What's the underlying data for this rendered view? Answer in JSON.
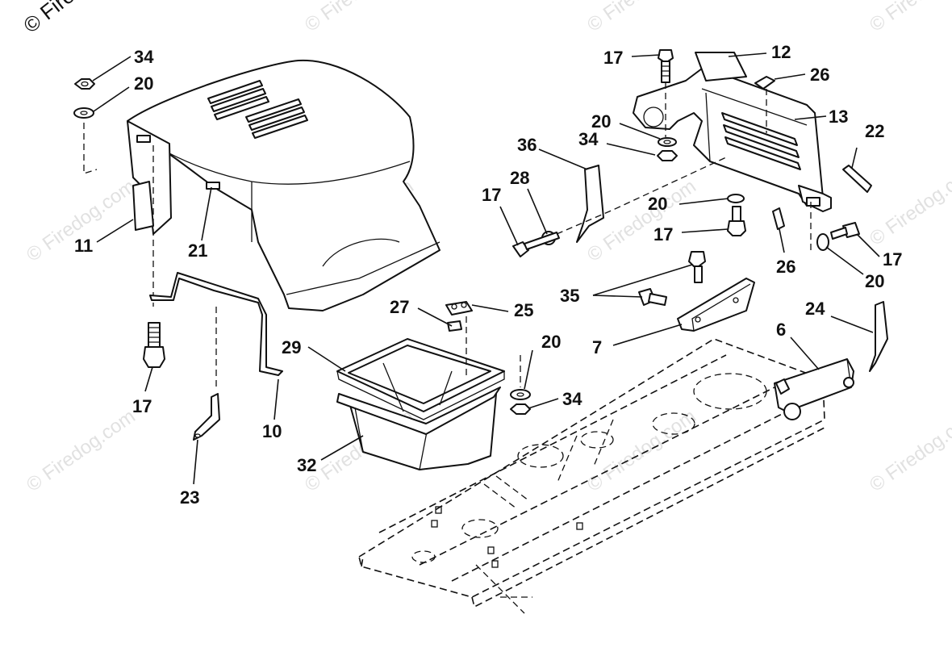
{
  "copyright_notice": "© Fire",
  "watermark_text": "© Firedog.com",
  "callouts": {
    "c34a": "34",
    "c20a": "20",
    "c11": "11",
    "c21": "21",
    "c17a": "17",
    "c10": "10",
    "c23": "23",
    "c27": "27",
    "c25": "25",
    "c29": "29",
    "c32": "32",
    "c20b": "20",
    "c34b": "34",
    "c17b": "17",
    "c12": "12",
    "c26a": "26",
    "c13": "13",
    "c20c": "20",
    "c34c": "34",
    "c36": "36",
    "c28": "28",
    "c17c": "17",
    "c22": "22",
    "c20d": "20",
    "c17d": "17",
    "c26b": "26",
    "c17e": "17",
    "c20e": "20",
    "c35": "35",
    "c7": "7",
    "c6": "6",
    "c24": "24"
  },
  "colors": {
    "ink": "#111111",
    "paper": "#ffffff",
    "watermark": "#c9c9c9"
  }
}
